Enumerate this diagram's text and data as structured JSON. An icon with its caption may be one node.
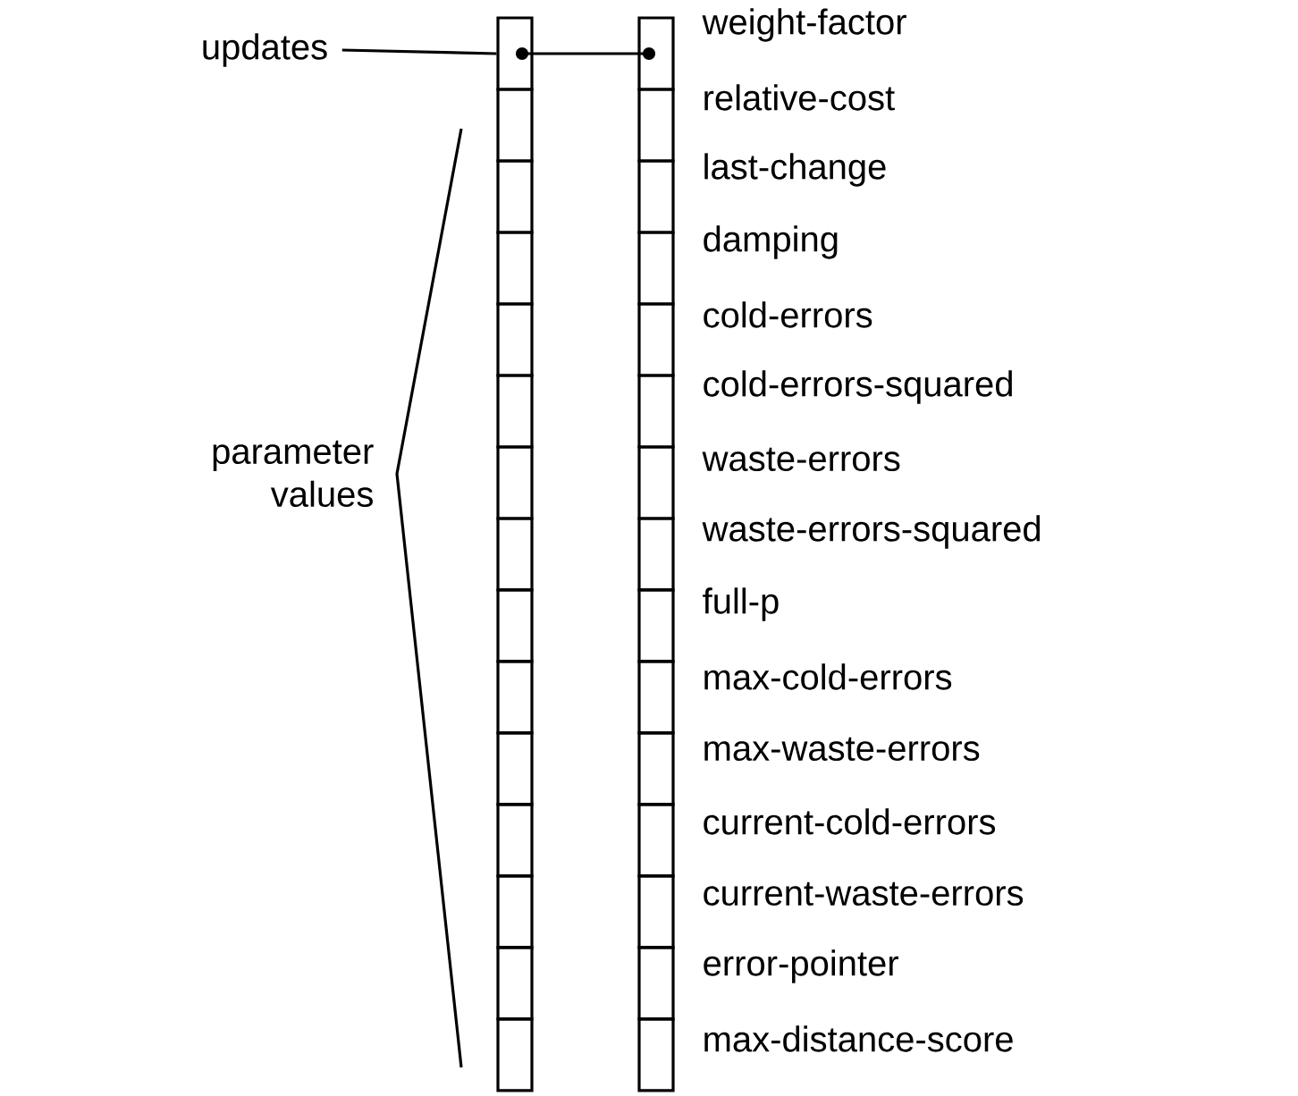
{
  "diagram": {
    "nodes": [
      {
        "text": [
          "updates"
        ]
      },
      {
        "text": [],
        "shape": "box"
      },
      {
        "text": [],
        "shape": "box"
      },
      {
        "text": [],
        "shape": "box"
      },
      {
        "text": [],
        "shape": "box"
      },
      {
        "text": [],
        "shape": "box"
      },
      {
        "text": [],
        "shape": "box"
      },
      {
        "text": [],
        "shape": "box"
      },
      {
        "text": [],
        "shape": "box"
      },
      {
        "text": [],
        "shape": "box"
      },
      {
        "text": [],
        "shape": "box"
      },
      {
        "text": [],
        "shape": "box"
      },
      {
        "text": [],
        "shape": "box"
      },
      {
        "text": [],
        "shape": "box"
      },
      {
        "text": [],
        "shape": "box"
      },
      {
        "text": [],
        "shape": "box"
      },
      {
        "text": [],
        "shape": "box",
        "beside": [
          "weight-factor"
        ]
      },
      {
        "text": [],
        "shape": "box",
        "beside": [
          "relative-cost"
        ]
      },
      {
        "text": [],
        "shape": "box",
        "beside": [
          "last-change"
        ]
      },
      {
        "text": [],
        "shape": "box",
        "beside": [
          "damping"
        ]
      },
      {
        "text": [],
        "shape": "box",
        "beside": [
          "cold-errors"
        ]
      },
      {
        "text": [],
        "shape": "box",
        "beside": [
          "cold-errors-squared"
        ]
      },
      {
        "text": [],
        "shape": "box",
        "beside": [
          "waste-errors"
        ]
      },
      {
        "text": [],
        "shape": "box",
        "beside": [
          "waste-errors-squared"
        ]
      },
      {
        "text": [],
        "shape": "box",
        "beside": [
          "full-p"
        ]
      },
      {
        "text": [],
        "shape": "box",
        "beside": [
          "max-cold-errors"
        ]
      },
      {
        "text": [],
        "shape": "box",
        "beside": [
          "max-waste-errors"
        ]
      },
      {
        "text": [],
        "shape": "box",
        "beside": [
          "current-cold-errors"
        ]
      },
      {
        "text": [],
        "shape": "box",
        "beside": [
          "current-waste-errors"
        ]
      },
      {
        "text": [],
        "shape": "box",
        "beside": [
          "error-pointer"
        ]
      },
      {
        "text": [],
        "shape": "box",
        "beside": [
          "max-distance-score"
        ]
      }
    ],
    "edges": [
      {
        "from": 0,
        "to": 1,
        "arrow": "none"
      },
      {
        "from": 1,
        "to": 16,
        "arrow": "none"
      }
    ],
    "labels": [
      "parameter values"
    ]
  }
}
